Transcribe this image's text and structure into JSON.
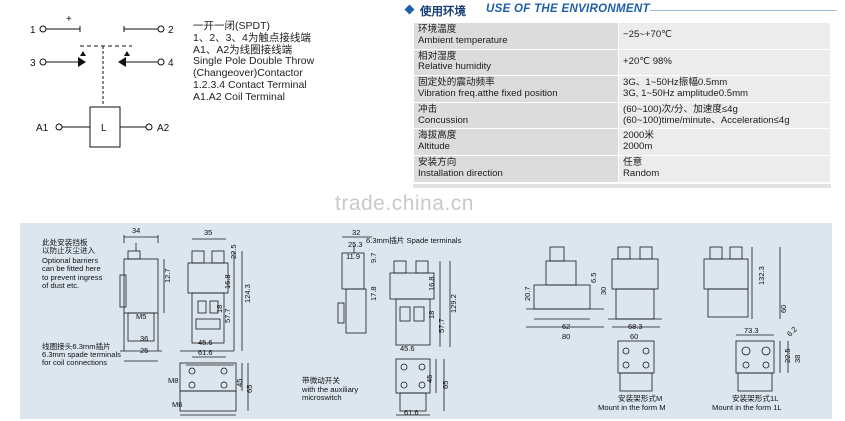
{
  "schematic": {
    "terminals": [
      "1",
      "2",
      "3",
      "4"
    ],
    "plus_sign": "+",
    "coil_label": "L",
    "coil_terminals": [
      "A1",
      "A2"
    ]
  },
  "description": {
    "lines": [
      "一开一闭(SPDT)",
      "1、2、3、4为触点接线端",
      "A1、A2为线圈接线端",
      "Single Pole Double Throw",
      "(Changeover)Contactor",
      "1.2.3.4 Contact Terminal",
      "A1.A2 Coil Terminal"
    ]
  },
  "environment": {
    "heading_cn": "使用环境",
    "heading_en": "USE OF THE ENVIRONMENT",
    "rows": [
      {
        "cn": "环境温度",
        "en": "Ambient temperature",
        "value": "−25~+70℃"
      },
      {
        "cn": "相对湿度",
        "en": "Relative humidity",
        "value": "+20℃  98%"
      },
      {
        "cn": "固定处的震动频率",
        "en": "Vibration freq.atthe fixed position",
        "value": "3G、1~50Hz振幅0.5mm",
        "value2": "3G, 1~50Hz amplitude0.5mm"
      },
      {
        "cn": "冲击",
        "en": "Concussion",
        "value": "(60~100)次/分、加速度≤4g",
        "value2": "(60~100)time/minute、Acceleration≤4g"
      },
      {
        "cn": "海拔高度",
        "en": "Altitude",
        "value": "2000米",
        "value2": "2000m"
      },
      {
        "cn": "安装方向",
        "en": "Installation direction",
        "value": "任意",
        "value2": "Random"
      }
    ]
  },
  "watermark": "trade.china.cn",
  "drawings": {
    "notes": {
      "barrier_cn": "此处安装挡板",
      "barrier_cn2": "以防止灰尘进入",
      "barrier_en": "Optional barriers\ncan be fitted here\nto prevent ingress\nof dust etc.",
      "coil_cn": "线圈接头6.3mm插片",
      "coil_en": "6.3mm spade terminals\nfor coil connections",
      "spade": "6.3mm插片 Spade terminals",
      "aux_cn": "带微动开关",
      "aux_en": "with the auxiliary\nmicroswitch",
      "mount_m_cn": "安装架形式M",
      "mount_m_en": "Mount in the form M",
      "mount_1l_cn": "安装架形式1L",
      "mount_1l_en": "Mount in the form 1L"
    },
    "dims": {
      "d34": "34",
      "d35": "35",
      "d22_5": "22.5",
      "d12_7": "12.7",
      "d16_8": "16.8",
      "d124_3": "124.3",
      "d57_7": "57.7",
      "d18": "18",
      "d36": "36",
      "d25": "25",
      "d45_6": "45.6",
      "d61_6": "61.6",
      "d45": "45",
      "d65": "65",
      "m8": "M8",
      "m6": "M6",
      "m5": "M5",
      "d32": "32",
      "d25_3": "25.3",
      "d11_9": "11.9",
      "d9_7": "9.7",
      "d17_8": "17.8",
      "d129_2": "129.2",
      "d20_7": "20.7",
      "d6_5": "6.5",
      "d30": "30",
      "d62": "62",
      "d80": "80",
      "d68_3": "68.3",
      "d60": "60",
      "d132_3": "132.3",
      "d73_3": "73.3",
      "d6_2": "6.2",
      "d38": "38",
      "d22_5b": "22.5"
    }
  }
}
